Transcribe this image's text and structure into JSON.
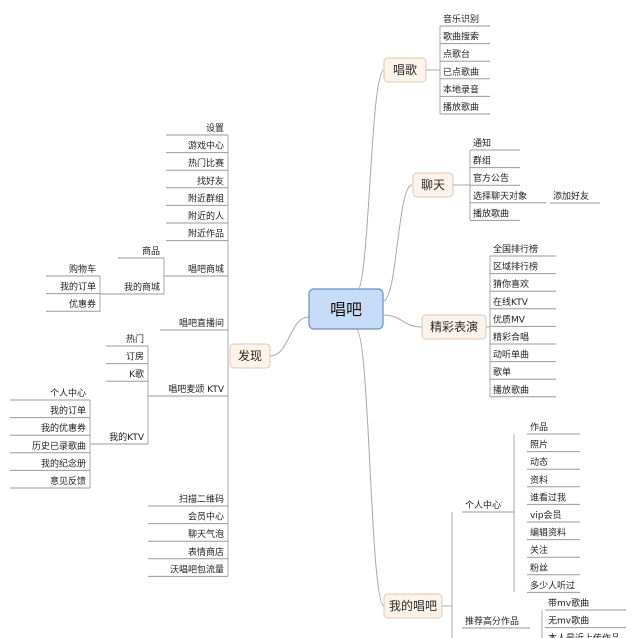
{
  "root": "唱吧",
  "branches": {
    "sing": {
      "label": "唱歌",
      "items": [
        "音乐识别",
        "歌曲搜索",
        "点歌台",
        "已点歌曲",
        "本地录音",
        "播放歌曲"
      ]
    },
    "chat": {
      "label": "聊天",
      "items": [
        "通知",
        "群组",
        "官方公告",
        "选择聊天对象",
        "播放歌曲"
      ],
      "sub_item": "添加好友"
    },
    "perform": {
      "label": "精彩表演",
      "items": [
        "全国排行榜",
        "区域排行榜",
        "猜你喜欢",
        "在线KTV",
        "优质MV",
        "精彩合唱",
        "动听单曲",
        "歌单",
        "播放歌曲"
      ]
    },
    "mine": {
      "label": "我的唱吧",
      "center_label": "个人中心",
      "center_items": [
        "作品",
        "照片",
        "动态",
        "资料",
        "谁看过我",
        "vip会员",
        "编辑资料",
        "关注",
        "粉丝",
        "多少人听过"
      ],
      "rec_label": "推荐高分作品",
      "rec_items": [
        "带mv歌曲",
        "无mv歌曲",
        "本人最近上传作品"
      ]
    },
    "discover": {
      "label": "发现",
      "top_items": [
        "设置",
        "游戏中心",
        "热门比赛",
        "找好友",
        "附近群组",
        "附近的人",
        "附近作品"
      ],
      "mall": {
        "label": "唱吧商城",
        "goods": "商品",
        "my_mall": "我的商城",
        "my_mall_items": [
          "购物车",
          "我的订单",
          "优惠券"
        ]
      },
      "live": "唱吧直播间",
      "ktv": {
        "label": "唱吧麦颂 KTV",
        "items": [
          "热门",
          "订房",
          "K歌"
        ],
        "my_ktv": "我的KTV",
        "my_ktv_items": [
          "个人中心",
          "我的订单",
          "我的优惠券",
          "历史已录歌曲",
          "我的纪念册",
          "意见反馈"
        ]
      },
      "bottom_items": [
        "扫描二维码",
        "会员中心",
        "聊天气泡",
        "表情商店",
        "沃唱吧包流量"
      ]
    }
  }
}
